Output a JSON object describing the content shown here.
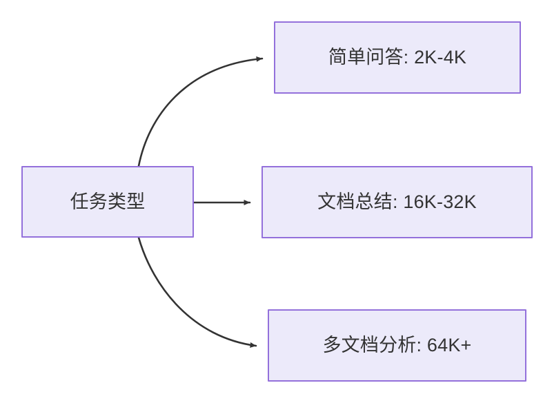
{
  "diagram": {
    "type": "flowchart",
    "direction": "left-to-right",
    "background_color": "#ffffff",
    "node_fill_color": "#ECEAFA",
    "node_border_color": "#9370DB",
    "node_text_color": "#333333",
    "edge_color": "#333333",
    "source": {
      "id": "task-type",
      "label": "任务类型"
    },
    "targets": [
      {
        "id": "simple-qa",
        "label": "简单问答: 2K-4K",
        "category": "简单问答",
        "range": "2K-4K",
        "edge_style": "curved"
      },
      {
        "id": "doc-summary",
        "label": "文档总结: 16K-32K",
        "category": "文档总结",
        "range": "16K-32K",
        "edge_style": "straight"
      },
      {
        "id": "multi-doc-analysis",
        "label": "多文档分析: 64K+",
        "category": "多文档分析",
        "range": "64K+",
        "edge_style": "curved"
      }
    ]
  }
}
